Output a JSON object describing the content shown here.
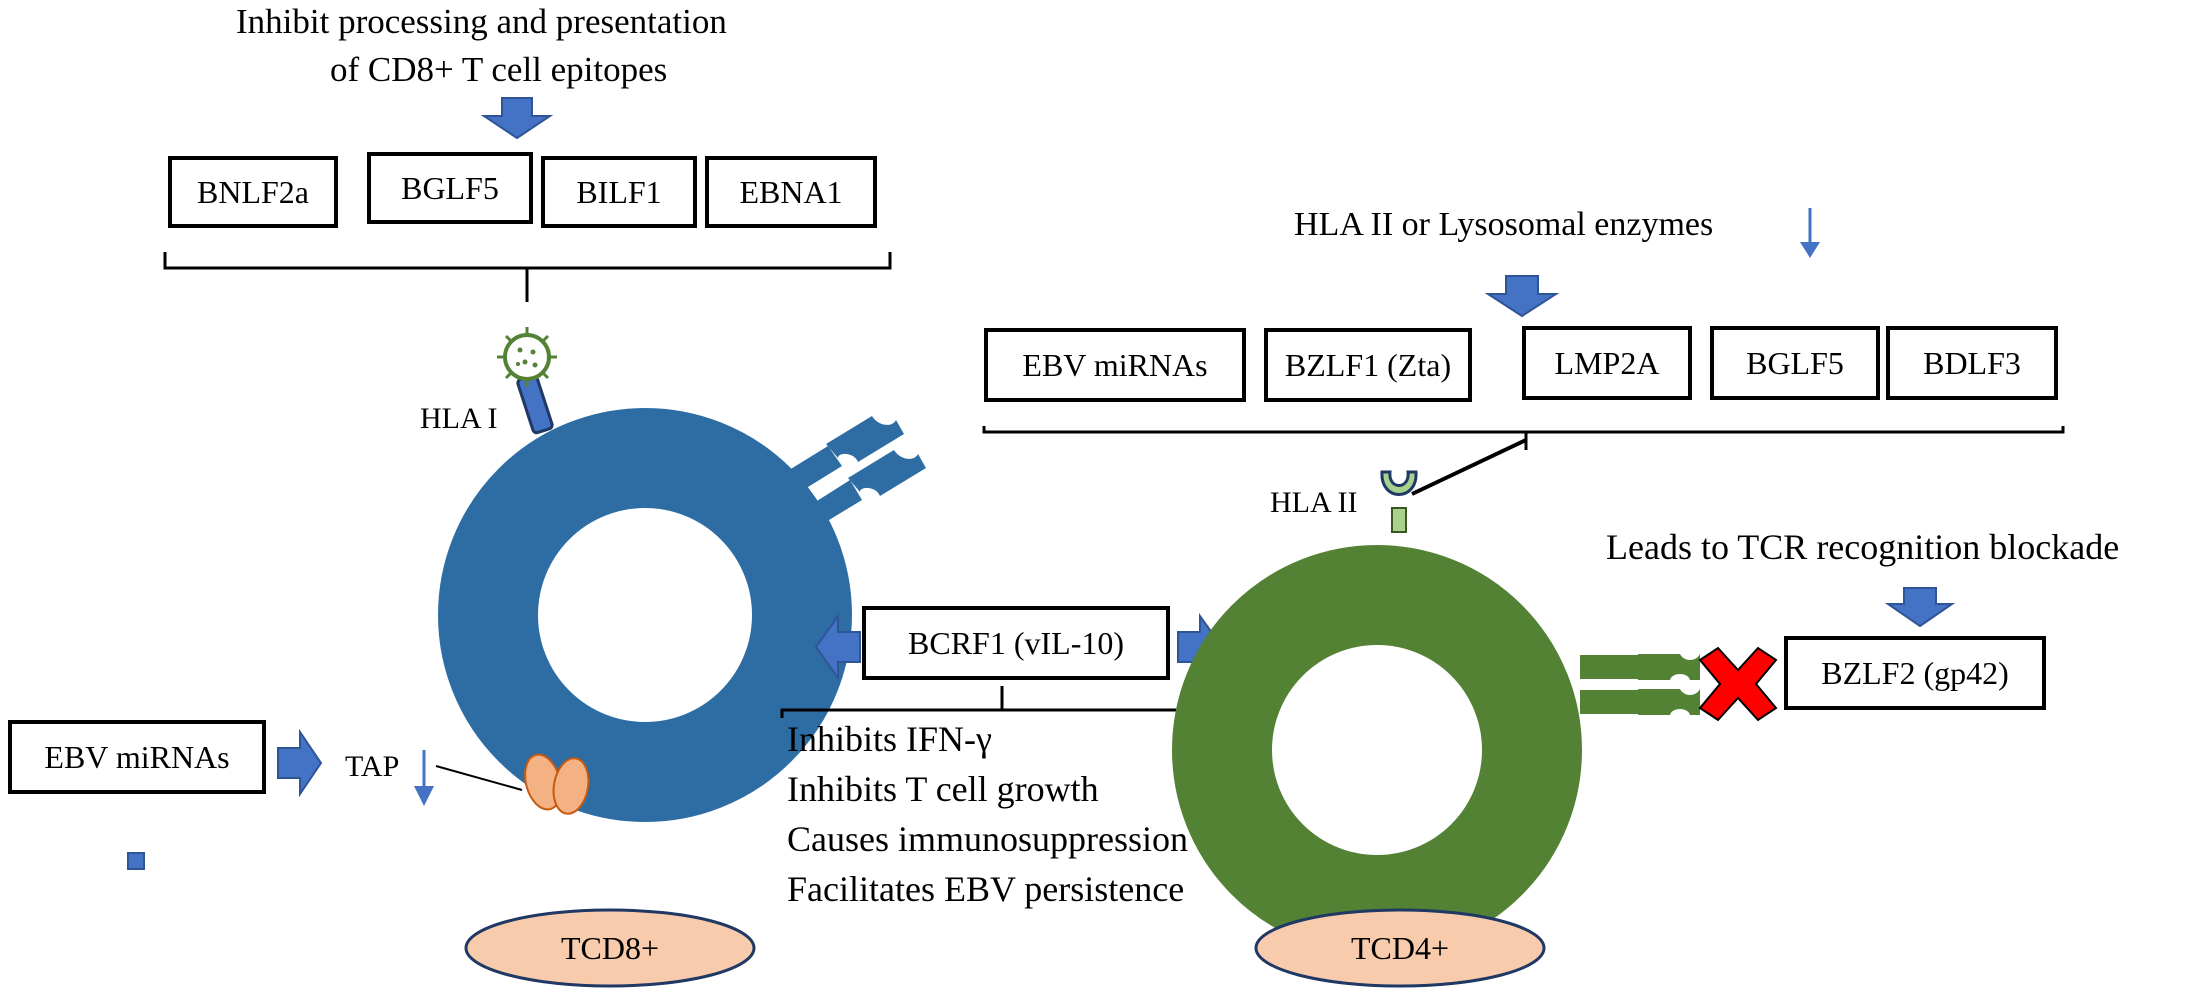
{
  "top_left": {
    "heading_line1": "Inhibit processing and presentation",
    "heading_line2": "of CD8+ T cell epitopes",
    "boxes": [
      "BNLF2a",
      "BGLF5",
      "BILF1",
      "EBNA1"
    ]
  },
  "top_right": {
    "heading": "HLA II or Lysosomal enzymes",
    "boxes": [
      "EBV miRNAs",
      "BZLF1 (Zta)",
      "LMP2A",
      "BGLF5",
      "BDLF3"
    ]
  },
  "labels": {
    "hla1": "HLA I",
    "hla2": "HLA II",
    "tap": "TAP",
    "tcr_blockade": "Leads to TCR recognition blockade"
  },
  "left_box": "EBV miRNAs",
  "center_box": "BCRF1 (vIL-10)",
  "right_box": "BZLF2 (gp42)",
  "effects": [
    "Inhibits IFN-γ",
    "Inhibits T cell growth",
    "Causes immunosuppression",
    "Facilitates EBV persistence"
  ],
  "cells": {
    "cd8": "TCD8+",
    "cd4": "TCD4+"
  },
  "colors": {
    "cd8_cell": "#2E6DA4",
    "cd4_cell": "#548235",
    "arrow": "#4472C4",
    "ellipse_fill": "#F8CBAD",
    "ellipse_stroke": "#1F3864",
    "tap": "#F4B183",
    "cross": "#FF0000"
  }
}
